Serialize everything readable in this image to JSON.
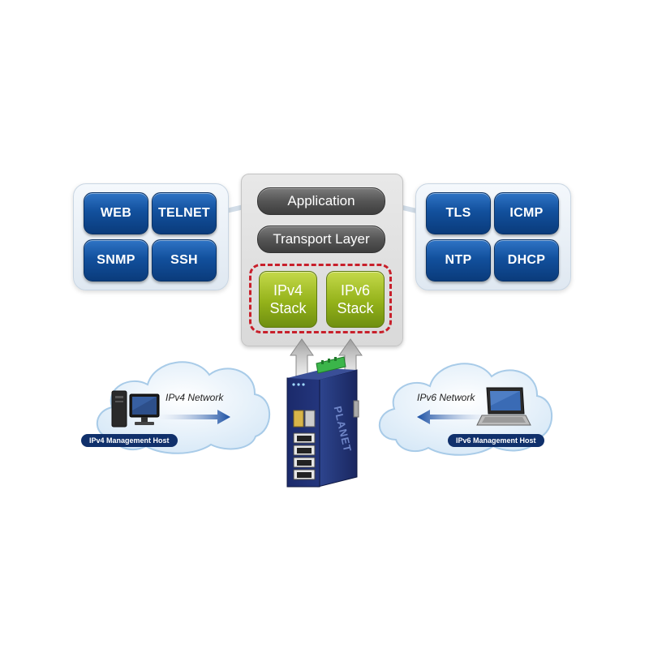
{
  "left_protocols": [
    {
      "label": "WEB"
    },
    {
      "label": "TELNET"
    },
    {
      "label": "SNMP"
    },
    {
      "label": "SSH"
    }
  ],
  "right_protocols": [
    {
      "label": "TLS"
    },
    {
      "label": "ICMP"
    },
    {
      "label": "NTP"
    },
    {
      "label": "DHCP"
    }
  ],
  "stack": {
    "application": "Application",
    "transport": "Transport Layer",
    "ipv4": {
      "line1": "IPv4",
      "line2": "Stack"
    },
    "ipv6": {
      "line1": "IPv6",
      "line2": "Stack"
    }
  },
  "left_cloud": {
    "network_label": "IPv4 Network",
    "host_label": "IPv4 Management Host"
  },
  "right_cloud": {
    "network_label": "IPv6 Network",
    "host_label": "IPv6 Management Host"
  },
  "device": {
    "brand": "PLANET"
  },
  "colors": {
    "protocol_blue": "#12509d",
    "layer_gray": "#555555",
    "stack_green": "#94b21a",
    "dashed_red": "#c8202b",
    "host_navy": "#10306b"
  }
}
